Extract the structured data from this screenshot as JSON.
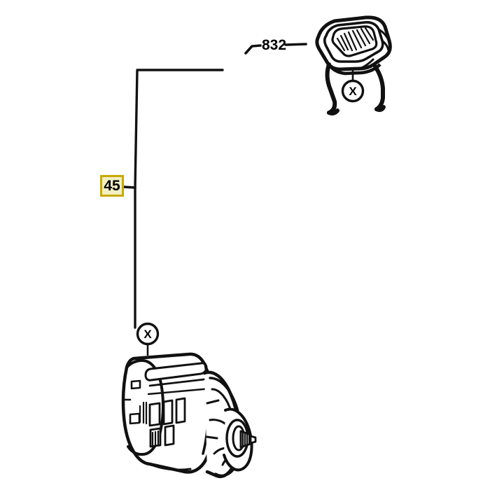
{
  "diagram": {
    "title": "Exploded parts diagram",
    "background_color": "#ffffff",
    "line_color": "#111111",
    "callouts": [
      {
        "id": "45",
        "label": "45",
        "style": "highlighted",
        "border_color": "#c9a900",
        "fill_color": "#f2efc2",
        "text_color": "#000000"
      },
      {
        "id": "832",
        "label": "832",
        "style": "plain",
        "text_color": "#000000"
      }
    ],
    "markers": [
      {
        "id": "x-marker-motor",
        "glyph": "X",
        "label": "X"
      },
      {
        "id": "x-marker-cover",
        "glyph": "X",
        "label": "X"
      }
    ],
    "parts": [
      {
        "id": "motor-assembly",
        "name": "motor assembly",
        "callout": "45"
      },
      {
        "id": "motor-cover",
        "name": "motor cover with vent grille",
        "callout": "832"
      }
    ]
  }
}
